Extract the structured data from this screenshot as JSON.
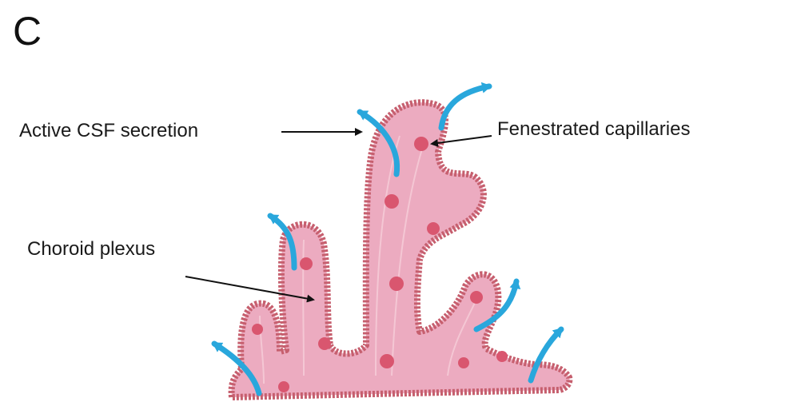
{
  "panel_letter": "C",
  "labels": {
    "active_csf": "Active CSF secretion",
    "fenestrated": "Fenestrated capillaries",
    "choroid": "Choroid plexus"
  },
  "colors": {
    "tissue_fill": "#ecabc0",
    "epithelium": "#c65f6e",
    "capillary": "#d9566f",
    "flow_arrow": "#29a7dc",
    "pointer": "#111111"
  }
}
